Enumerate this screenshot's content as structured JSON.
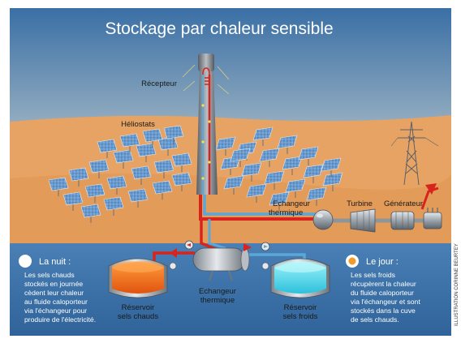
{
  "title": "Stockage par chaleur sensible",
  "labels": {
    "receiver": "Récepteur",
    "heliostats": "Héliostats",
    "exchanger_top": [
      "Echangeur",
      "thermique"
    ],
    "turbine": "Turbine",
    "generator": "Générateur",
    "exchanger_bottom": [
      "Echangeur",
      "thermique"
    ],
    "hot_tank": [
      "Réservoir",
      "sels chauds"
    ],
    "cold_tank": [
      "Réservoir",
      "sels froids"
    ]
  },
  "night": {
    "heading": "La nuit :",
    "lines": [
      "Les sels chauds",
      "stockés en journée",
      "cèdent leur chaleur",
      "au fluide caloporteur",
      "via l'échangeur pour",
      "produire de l'électricité."
    ]
  },
  "day": {
    "heading": "Le jour :",
    "lines": [
      "Les sels froids",
      "récupèrent la chaleur",
      "du fluide caloporteur",
      "via l'échangeur et sont",
      "stockés dans la cuve",
      "de sels chauds."
    ]
  },
  "credit": "ILLUSTRATION CORINNE BEURTEY",
  "icons": {
    "night": "moon-icon",
    "day": "sun-icon",
    "pylon": "power-pylon-icon",
    "pump": "pump-icon",
    "arrow": "red-curved-arrow-icon"
  },
  "colors": {
    "sky_top": "#3a6fa5",
    "desert": "#e6a060",
    "bottom_panel": "#3e73a8",
    "hot_pipe": "#d8241c",
    "cold_pipe": "#5aa8d8",
    "hot_salt": "#f07a1e",
    "cold_salt": "#58d8e8"
  }
}
